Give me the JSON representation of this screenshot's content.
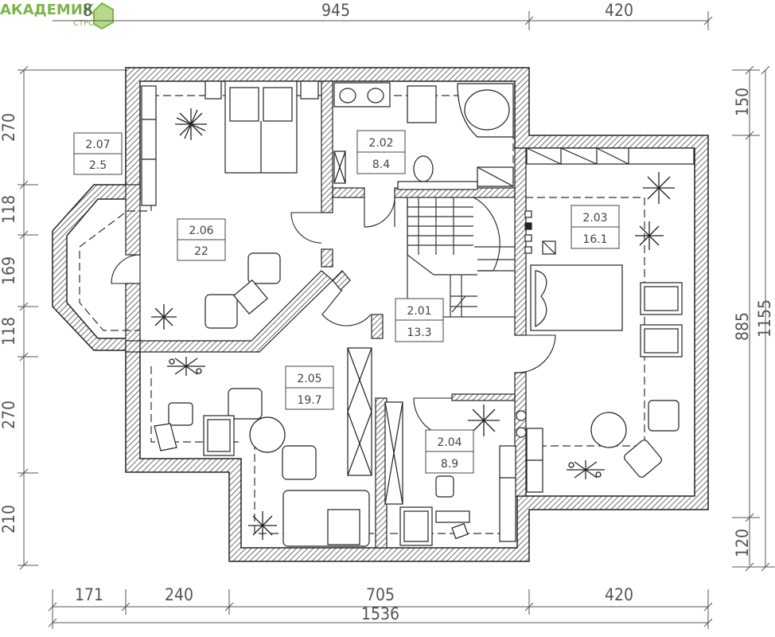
{
  "logo": {
    "main": "АКАДЕМИК",
    "sub": "СТРОЙ"
  },
  "dimensions": {
    "top": [
      "945",
      "420"
    ],
    "top_partial": "8",
    "left": [
      "270",
      "118",
      "169",
      "118",
      "270",
      "210"
    ],
    "right_inner": [
      "150",
      "885",
      "120"
    ],
    "right_outer": "1155",
    "bottom": [
      "171",
      "240",
      "705",
      "420"
    ],
    "bottom_total": "1536"
  },
  "rooms": [
    {
      "id": "2.07",
      "area": "2.5"
    },
    {
      "id": "2.02",
      "area": "8.4"
    },
    {
      "id": "2.06",
      "area": "22"
    },
    {
      "id": "2.03",
      "area": "16.1"
    },
    {
      "id": "2.01",
      "area": "13.3"
    },
    {
      "id": "2.05",
      "area": "19.7"
    },
    {
      "id": "2.04",
      "area": "8.9"
    }
  ]
}
